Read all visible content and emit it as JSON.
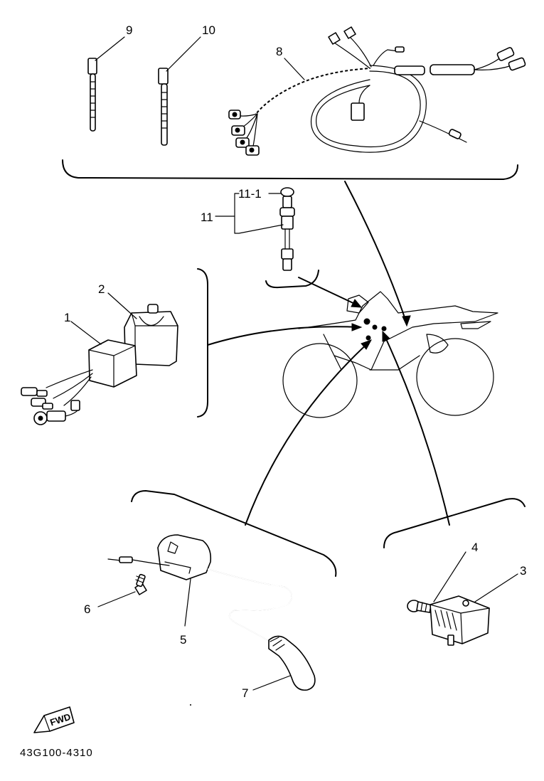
{
  "diagram": {
    "drawing_code": "43G100-4310",
    "fwd_label": "FWD",
    "callouts": {
      "c1": "1",
      "c2": "2",
      "c3": "3",
      "c4": "4",
      "c5": "5",
      "c6": "6",
      "c7": "7",
      "c8": "8",
      "c9": "9",
      "c10": "10",
      "c11": "11",
      "c11_1": "11-1"
    }
  },
  "colors": {
    "ink": "#000000",
    "paper": "#ffffff"
  }
}
